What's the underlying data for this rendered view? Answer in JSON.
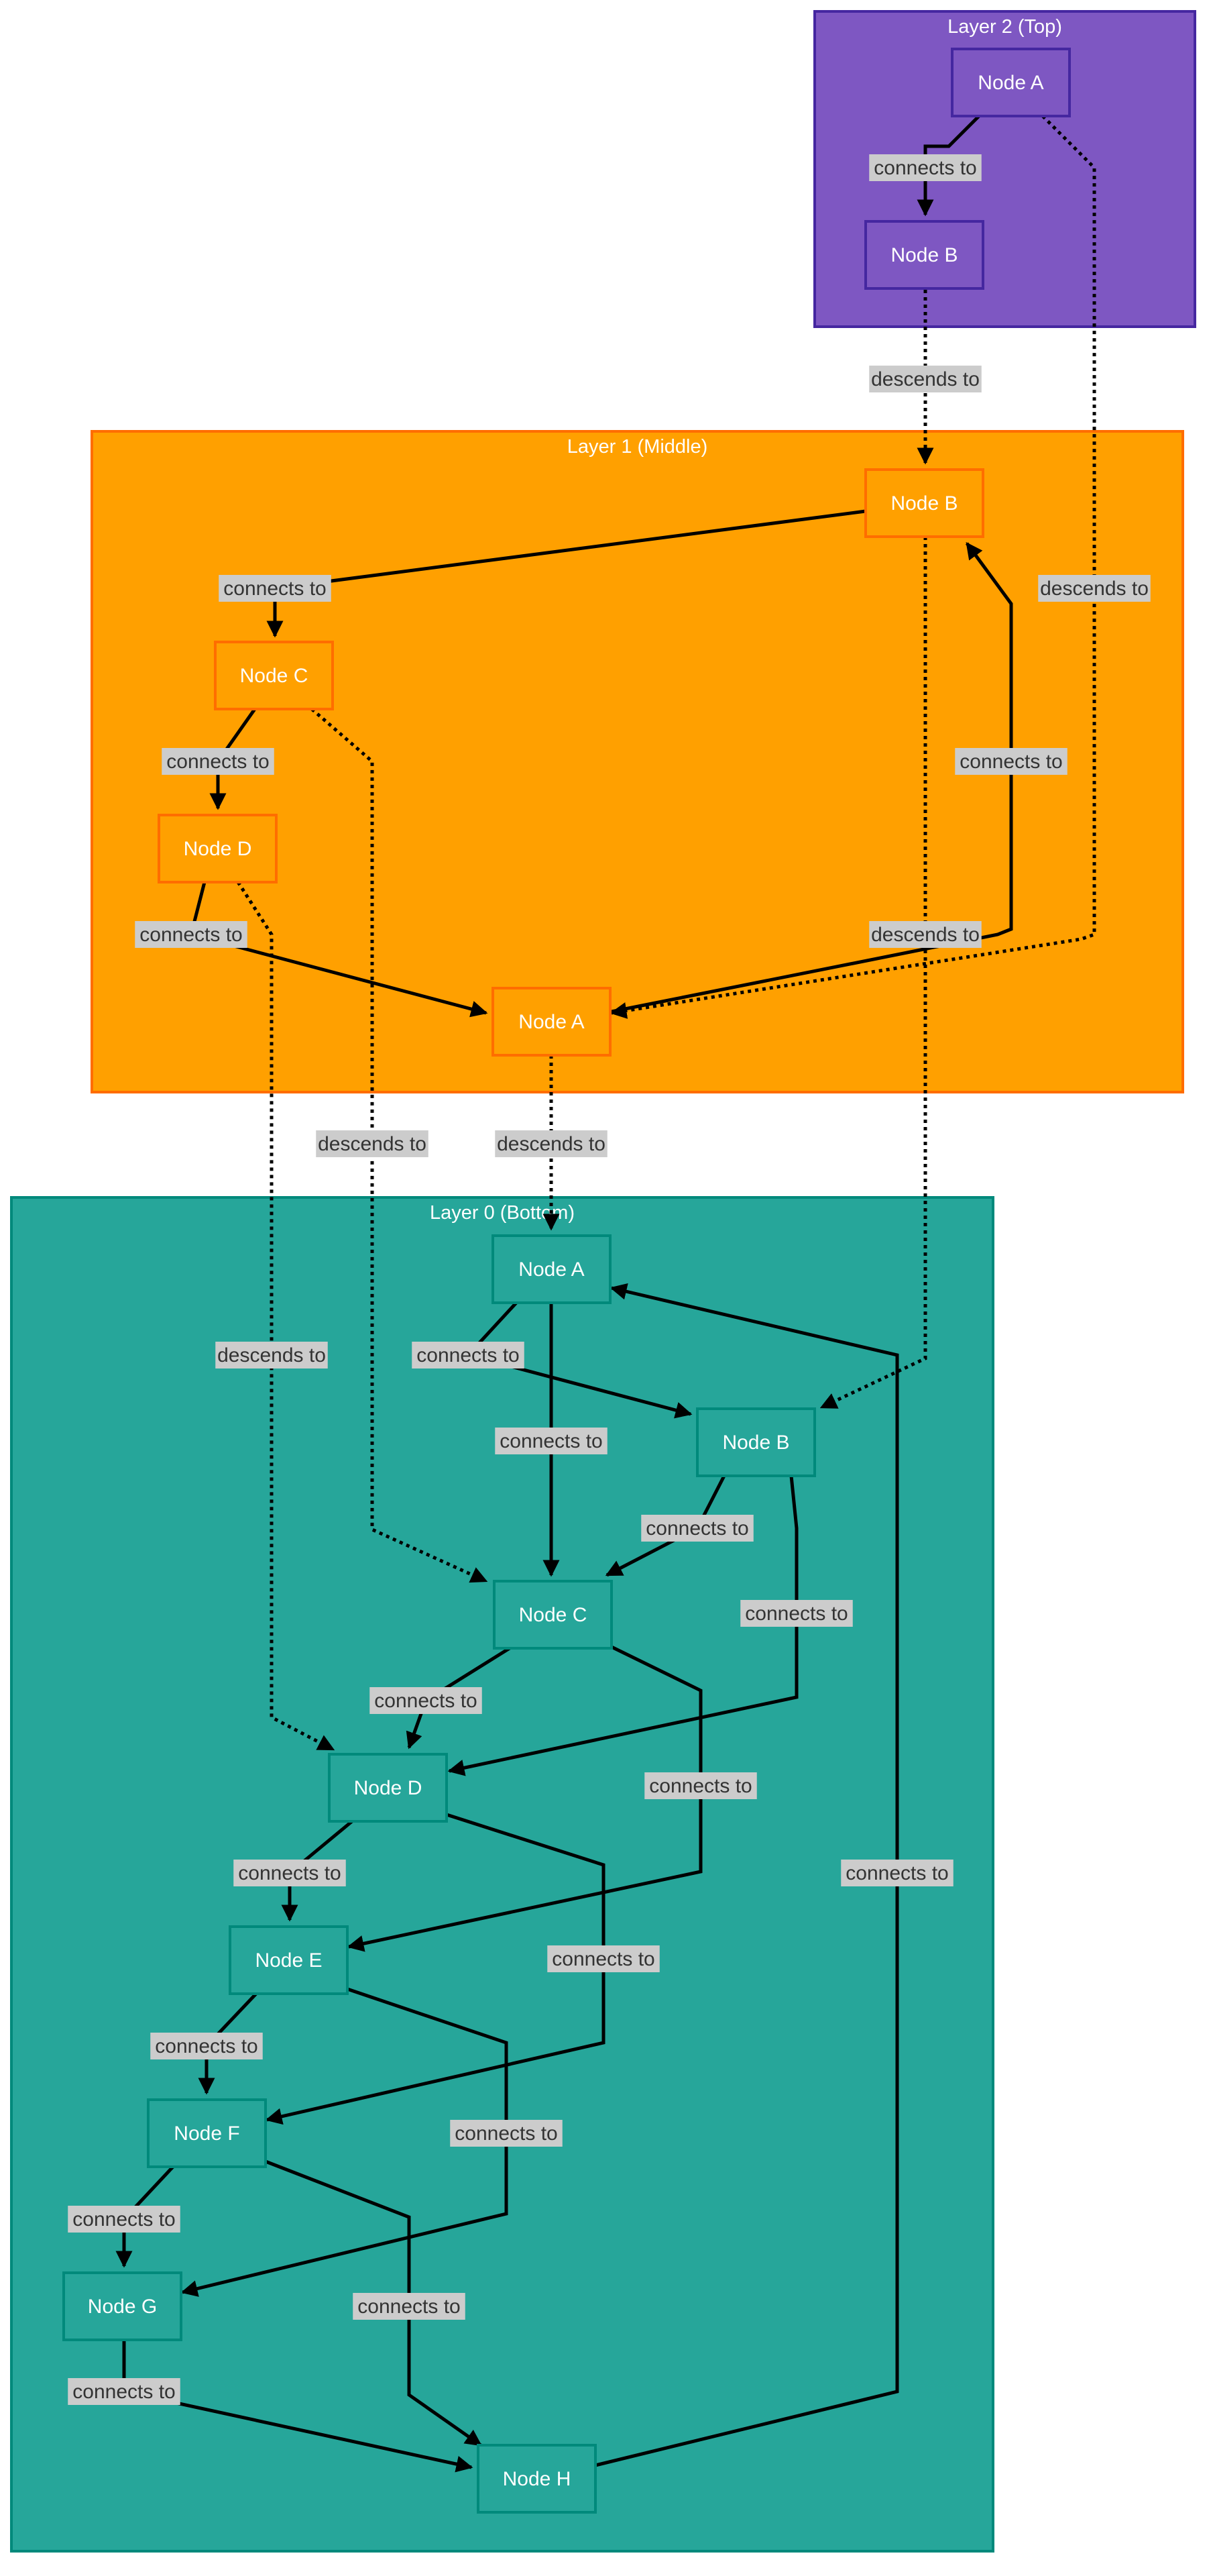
{
  "colors": {
    "layer2_fill": "#7e57c2",
    "layer2_stroke": "#4527a0",
    "layer1_fill": "#ffa000",
    "layer1_stroke": "#ff6d00",
    "layer0_fill": "#26a69a",
    "layer0_stroke": "#00897b",
    "edge": "#000000",
    "edge_label_bg": "#cccccc",
    "edge_label_text": "#333333"
  },
  "layers": [
    {
      "id": "L2",
      "title": "Layer 2 (Top)",
      "nodes": [
        {
          "id": "L2A",
          "label": "Node A"
        },
        {
          "id": "L2B",
          "label": "Node B"
        }
      ]
    },
    {
      "id": "L1",
      "title": "Layer 1 (Middle)",
      "nodes": [
        {
          "id": "L1B",
          "label": "Node B"
        },
        {
          "id": "L1C",
          "label": "Node C"
        },
        {
          "id": "L1D",
          "label": "Node D"
        },
        {
          "id": "L1A",
          "label": "Node A"
        }
      ]
    },
    {
      "id": "L0",
      "title": "Layer 0 (Bottom)",
      "nodes": [
        {
          "id": "L0A",
          "label": "Node A"
        },
        {
          "id": "L0B",
          "label": "Node B"
        },
        {
          "id": "L0C",
          "label": "Node C"
        },
        {
          "id": "L0D",
          "label": "Node D"
        },
        {
          "id": "L0E",
          "label": "Node E"
        },
        {
          "id": "L0F",
          "label": "Node F"
        },
        {
          "id": "L0G",
          "label": "Node G"
        },
        {
          "id": "L0H",
          "label": "Node H"
        }
      ]
    }
  ],
  "edges": [
    {
      "id": "e01",
      "from": "L2A",
      "to": "L2B",
      "label": "connects to",
      "style": "solid"
    },
    {
      "id": "e02",
      "from": "L2B",
      "to": "L1B",
      "label": "descends to",
      "style": "dotted"
    },
    {
      "id": "e03",
      "from": "L2A",
      "to": "L1A",
      "label": "descends to",
      "style": "dotted"
    },
    {
      "id": "e04",
      "from": "L1B",
      "to": "L1C",
      "label": "connects to",
      "style": "solid"
    },
    {
      "id": "e05",
      "from": "L1C",
      "to": "L1D",
      "label": "connects to",
      "style": "solid"
    },
    {
      "id": "e06",
      "from": "L1D",
      "to": "L1A",
      "label": "connects to",
      "style": "solid"
    },
    {
      "id": "e07",
      "from": "L1A",
      "to": "L1B",
      "label": "connects to",
      "style": "solid"
    },
    {
      "id": "e08",
      "from": "L1B",
      "to": "L0B",
      "label": "descends to",
      "style": "dotted"
    },
    {
      "id": "e09",
      "from": "L1C",
      "to": "L0C",
      "label": "descends to",
      "style": "dotted"
    },
    {
      "id": "e10",
      "from": "L1A",
      "to": "L0A",
      "label": "descends to",
      "style": "dotted"
    },
    {
      "id": "e11",
      "from": "L1D",
      "to": "L0D",
      "label": "descends to",
      "style": "dotted"
    },
    {
      "id": "e12",
      "from": "L0A",
      "to": "L0B",
      "label": "connects to",
      "style": "solid"
    },
    {
      "id": "e13",
      "from": "L0A",
      "to": "L0C",
      "label": "connects to",
      "style": "solid"
    },
    {
      "id": "e14",
      "from": "L0B",
      "to": "L0C",
      "label": "connects to",
      "style": "solid"
    },
    {
      "id": "e15",
      "from": "L0B",
      "to": "L0D",
      "label": "connects to",
      "style": "solid"
    },
    {
      "id": "e16",
      "from": "L0C",
      "to": "L0D",
      "label": "connects to",
      "style": "solid"
    },
    {
      "id": "e17",
      "from": "L0C",
      "to": "L0E",
      "label": "connects to",
      "style": "solid"
    },
    {
      "id": "e18",
      "from": "L0D",
      "to": "L0E",
      "label": "connects to",
      "style": "solid"
    },
    {
      "id": "e19",
      "from": "L0D",
      "to": "L0F",
      "label": "connects to",
      "style": "solid"
    },
    {
      "id": "e20",
      "from": "L0E",
      "to": "L0F",
      "label": "connects to",
      "style": "solid"
    },
    {
      "id": "e21",
      "from": "L0E",
      "to": "L0G",
      "label": "connects to",
      "style": "solid"
    },
    {
      "id": "e22",
      "from": "L0F",
      "to": "L0G",
      "label": "connects to",
      "style": "solid"
    },
    {
      "id": "e23",
      "from": "L0F",
      "to": "L0H",
      "label": "connects to",
      "style": "solid"
    },
    {
      "id": "e24",
      "from": "L0G",
      "to": "L0H",
      "label": "connects to",
      "style": "solid"
    },
    {
      "id": "e25",
      "from": "L0H",
      "to": "L0A",
      "label": "connects to",
      "style": "solid"
    }
  ]
}
